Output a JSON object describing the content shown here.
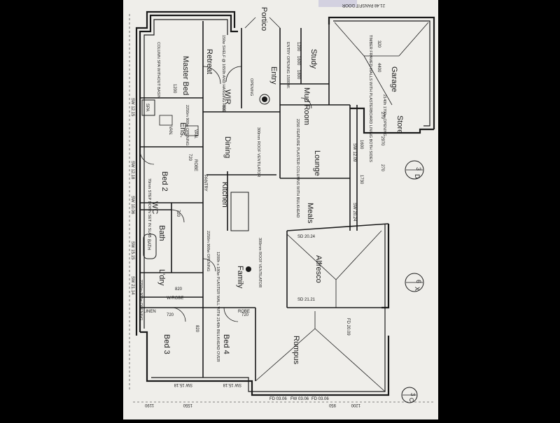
{
  "rooms": {
    "master_bed": "Master Bed",
    "retreat": "Retreat",
    "portico": "Portico",
    "entry": "Entry",
    "study": "Study",
    "garage": "Garage",
    "wir": "WIR",
    "mud_room": "Mud Room",
    "store": "Store",
    "ens": "Ens.",
    "dining": "Dining",
    "lounge": "Lounge",
    "bed2": "Bed 2",
    "kitchen": "Kitchen",
    "wc": "WC",
    "bath": "Bath",
    "meals": "Meals",
    "ldry": "L'dry",
    "family": "Family",
    "alfresco": "Alfresco",
    "bed3": "Bed 3",
    "bed4": "Bed 4",
    "rumpus": "Rumpus"
  },
  "labels": {
    "spa": "SPA",
    "van1": "VAN.",
    "van2": "VAN.",
    "robe1": "ROBE",
    "robe2": "ROBE",
    "linen": "LINEN",
    "wrobe": "W/ROBE",
    "pantry": "PANTRY",
    "bath_fixture": "BATH",
    "sw_1215": "SW 12.15",
    "sw_1218": "SW 12.18",
    "sw_1006": "SW 10.06",
    "sw_1515": "SW 15.15",
    "sw_2114": "SW 21.14",
    "sw_1518a": "SW 15.18",
    "sw_1518b": "SW 15.18",
    "sw_2024": "SW 20.24",
    "sw_1209": "SW 12.09",
    "sd_2024": "SD 20.24",
    "sd_2121": "SD 21.21",
    "fd_2009": "FD 20.09",
    "fd_0306a": "FD 03.06",
    "fd_0306b": "FD 03.06",
    "fw_0306": "FW 03.06",
    "pansfit": "21.48 PANSFIT DOOR",
    "det_3d": "3",
    "det_3d_b": "D",
    "det_6x": "6",
    "det_6x_b": "X",
    "det_3c": "3",
    "det_3c_b": "C"
  },
  "notes": {
    "n1": "COLUMN SPA WITHOUT BASIN",
    "n2": "150w SHELF @ 1650h AND HANGING RAIL",
    "n3": "2250m 900w OPENING",
    "n4": "300mm ROOF VENTILATOR",
    "n5": "2250 FEATURE PLASTER COLUMNS WITH BULKHEAD",
    "n6": "ENTRY OPENING 1500 W.",
    "n7": "TIMBER FRAMED WALLS WITH PLASTERBOARD LINING BOTH SIDES",
    "n8": "1200h x 180w PLASTER WALL WITH 2140h BULKHEAD OVER",
    "n9": "300mm ROOF VENTILATOR",
    "n10": "2250m 900w OPENING",
    "n11": "70mm STEP DOWN SET IN SLAB",
    "n12": "2250m 900w OPENING",
    "n13": "OPENING",
    "n14": "2140h 1700w OPENING"
  },
  "dims": {
    "d1": "720",
    "d2": "720",
    "d3": "720",
    "d4": "720",
    "d5": "820",
    "d6": "820",
    "d7": "820",
    "d8": "1200",
    "d9": "1200",
    "d10": "1600",
    "d11": "1800",
    "d12": "1730",
    "d13": "2970",
    "d14": "1600",
    "d15": "270",
    "d16": "270",
    "d17": "1190",
    "d18": "1550",
    "d19": "950",
    "d20": "1200",
    "d21": "4400",
    "d22": "320"
  },
  "colors": {
    "background": "#000000",
    "paper": "#efeeea",
    "ink": "#1a1a1a"
  }
}
